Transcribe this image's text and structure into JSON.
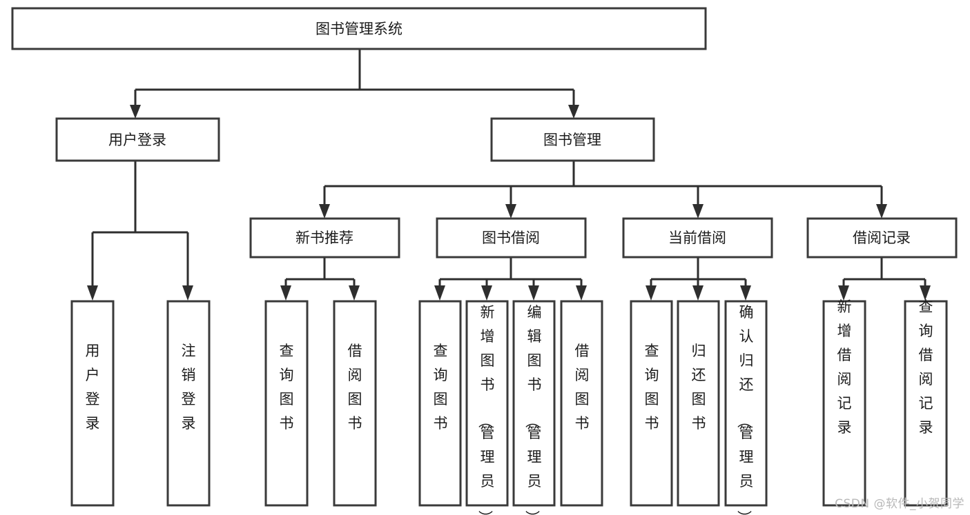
{
  "diagram": {
    "title": "图书管理系统",
    "type": "tree-hierarchy-chart",
    "root": {
      "label": "图书管理系统"
    },
    "level2": [
      {
        "label": "用户登录"
      },
      {
        "label": "图书管理"
      }
    ],
    "level3": [
      {
        "label": "新书推荐"
      },
      {
        "label": "图书借阅"
      },
      {
        "label": "当前借阅"
      },
      {
        "label": "借阅记录"
      }
    ],
    "leaves": {
      "user_login": [
        {
          "label": "用户登录"
        },
        {
          "label": "注销登录"
        }
      ],
      "new_book_recommend": [
        {
          "label": "查询图书"
        },
        {
          "label": "借阅图书"
        }
      ],
      "book_borrow": [
        {
          "label": "查询图书"
        },
        {
          "label": "新增图书（管理员）"
        },
        {
          "label": "编辑图书（管理员）"
        },
        {
          "label": "借阅图书"
        }
      ],
      "current_borrow": [
        {
          "label": "查询图书"
        },
        {
          "label": "归还图书"
        },
        {
          "label": "确认归还（管理员）"
        }
      ],
      "borrow_record": [
        {
          "label": "新增借阅记录"
        },
        {
          "label": "查询借阅记录"
        }
      ]
    }
  },
  "watermark": {
    "text": "CSDN @软件_小贺同学"
  },
  "colors": {
    "box_stroke": "#3a3a3a",
    "connector": "#2e2e2e",
    "text": "#1c1c1c",
    "background": "#ffffff",
    "watermark": "#b8b8b8"
  }
}
